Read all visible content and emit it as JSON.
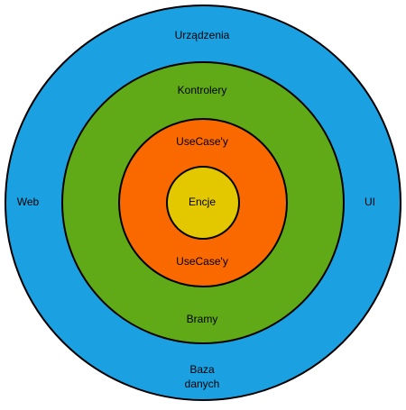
{
  "rings": {
    "outer": {
      "color": "#1ba1e2",
      "labels": {
        "top": "Urządzenia",
        "left": "Web",
        "right": "UI",
        "bottom_line1": "Baza",
        "bottom_line2": "danych"
      }
    },
    "second": {
      "color": "#60a917",
      "labels": {
        "top": "Kontrolery",
        "bottom": "Bramy"
      }
    },
    "third": {
      "color": "#fa6800",
      "labels": {
        "top": "UseCase'y",
        "bottom": "UseCase'y"
      }
    },
    "core": {
      "color": "#e3c800",
      "labels": {
        "center": "Encje"
      }
    }
  },
  "stroke_color": "#000000"
}
